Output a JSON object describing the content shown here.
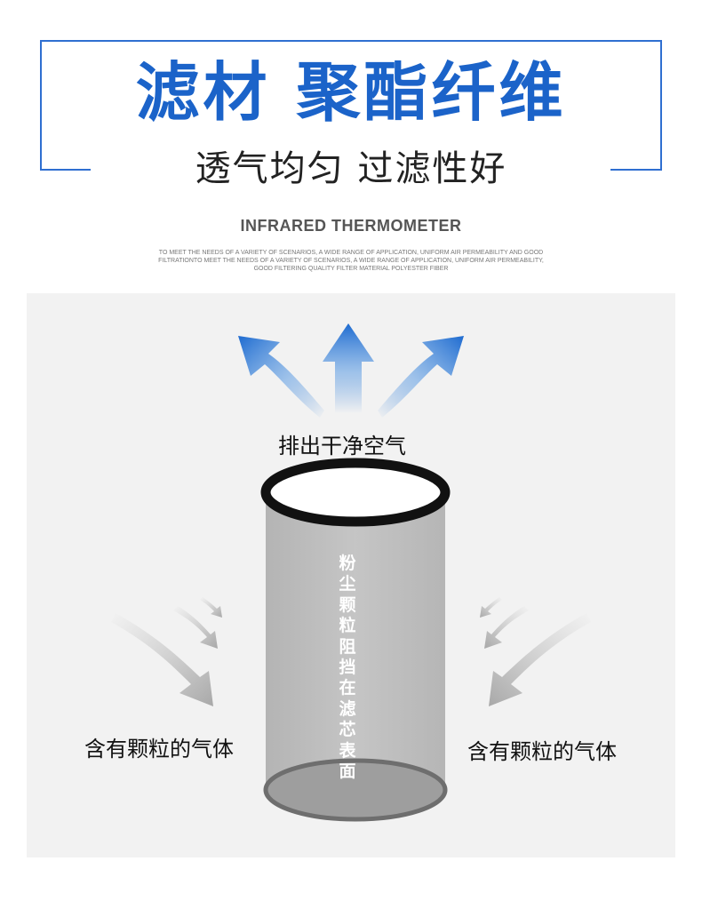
{
  "header": {
    "title": "滤材 聚酯纤维",
    "subtitle": "透气均匀 过滤性好",
    "en_title": "INFRARED THERMOMETER",
    "en_desc": "TO MEET THE NEEDS OF A VARIETY OF SCENARIOS, A WIDE RANGE OF APPLICATION, UNIFORM AIR PERMEABILITY AND GOOD FILTRATIONTO MEET THE NEEDS OF A VARIETY OF SCENARIOS, A WIDE RANGE OF APPLICATION, UNIFORM AIR PERMEABILITY, GOOD FILTERING QUALITY FILTER MATERIAL POLYESTER FIBER"
  },
  "diagram": {
    "outlet_label": "排出干净空气",
    "filter_text": "粉尘颗粒阻挡在滤芯表面",
    "left_inlet_label": "含有颗粒的气体",
    "right_inlet_label": "含有颗粒的气体"
  },
  "colors": {
    "brand_blue": "#1b63c9",
    "frame_blue": "#2f6fd1",
    "arrow_blue": "#2a78d6",
    "panel_bg": "#f2f2f2",
    "cylinder_gray": "#b5b5b5"
  },
  "icons": {
    "outlet_arrows": "curved-up-arrow-icon",
    "inlet_arrows": "curved-down-arrow-icon"
  }
}
